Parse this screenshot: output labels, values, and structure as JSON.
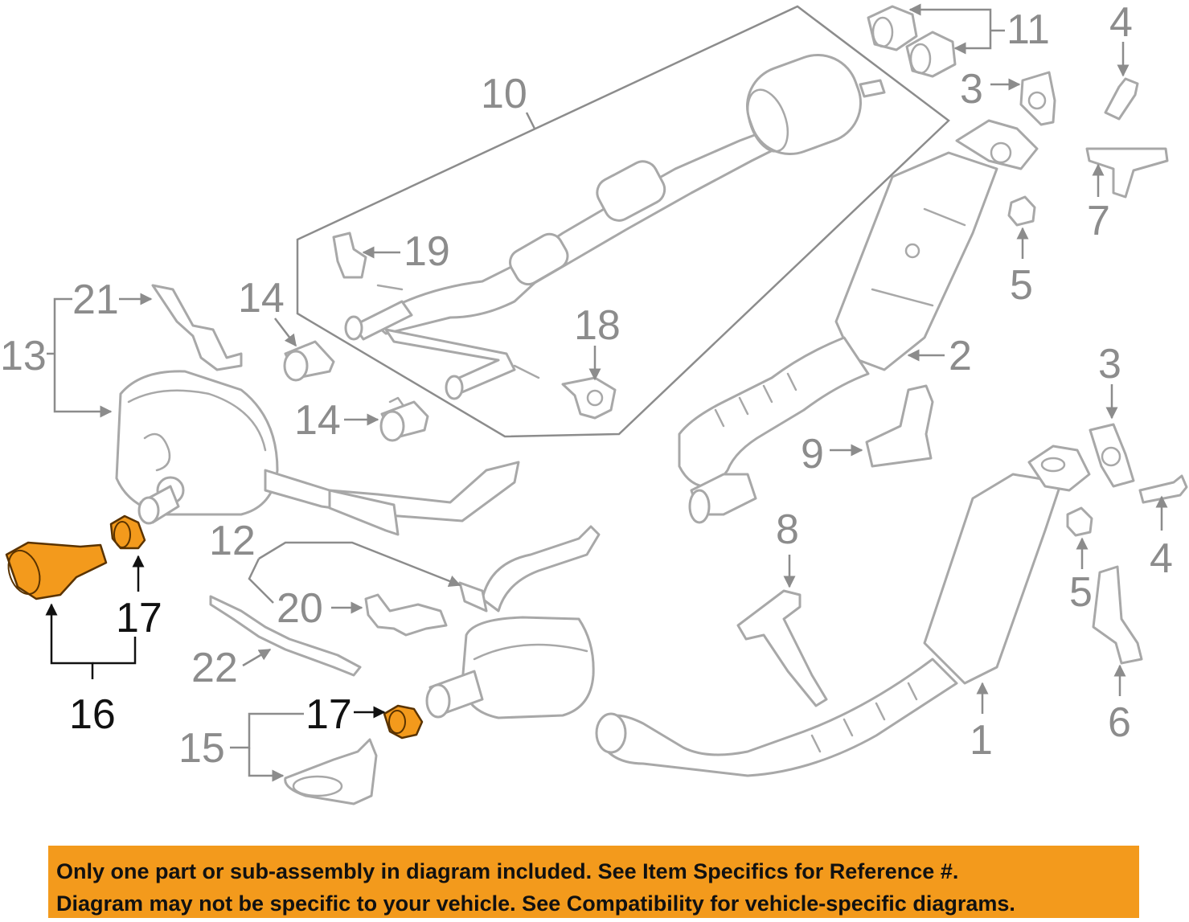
{
  "callouts": {
    "c1": "1",
    "c2": "2",
    "c3a": "3",
    "c3b": "3",
    "c4a": "4",
    "c4b": "4",
    "c5a": "5",
    "c5b": "5",
    "c6": "6",
    "c7": "7",
    "c8": "8",
    "c9": "9",
    "c10": "10",
    "c11": "11",
    "c12": "12",
    "c13": "13",
    "c14a": "14",
    "c14b": "14",
    "c15": "15",
    "c16": "16",
    "c17a": "17",
    "c17b": "17",
    "c18": "18",
    "c19": "19",
    "c20": "20",
    "c21": "21",
    "c22": "22"
  },
  "highlight_color": "#f39a1c",
  "disclaimer": {
    "line1": "Only one part or sub-assembly in diagram included. See Item Specifics for Reference #.",
    "line2": "Diagram may not be specific to your vehicle. See Compatibility for vehicle-specific diagrams."
  }
}
